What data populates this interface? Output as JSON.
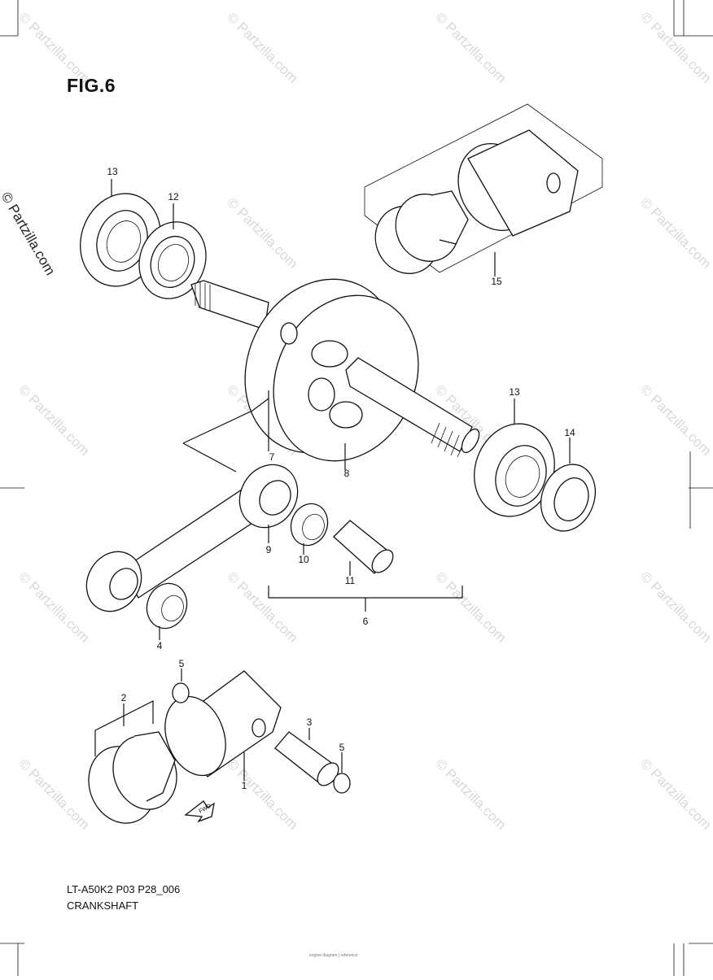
{
  "figure": {
    "title": "FIG.6",
    "model_code": "LT-A50K2 P03 P28_006",
    "section_name": "CRANKSHAFT",
    "footer_note": "engine diagram | reference"
  },
  "watermark": {
    "text": "© Partzilla.com",
    "side_text": "© Partzilla.com"
  },
  "callouts": [
    {
      "id": "13a",
      "label": "13"
    },
    {
      "id": "12",
      "label": "12"
    },
    {
      "id": "15",
      "label": "15"
    },
    {
      "id": "7",
      "label": "7"
    },
    {
      "id": "8",
      "label": "8"
    },
    {
      "id": "13b",
      "label": "13"
    },
    {
      "id": "14",
      "label": "14"
    },
    {
      "id": "9",
      "label": "9"
    },
    {
      "id": "10",
      "label": "10"
    },
    {
      "id": "11",
      "label": "11"
    },
    {
      "id": "6",
      "label": "6"
    },
    {
      "id": "4",
      "label": "4"
    },
    {
      "id": "5a",
      "label": "5"
    },
    {
      "id": "2",
      "label": "2"
    },
    {
      "id": "3",
      "label": "3"
    },
    {
      "id": "5b",
      "label": "5"
    },
    {
      "id": "1",
      "label": "1"
    }
  ],
  "fwd_arrow": {
    "label": "FWD"
  },
  "colors": {
    "ink": "#111111",
    "watermark": "#d8d8d8",
    "paper": "#ffffff"
  }
}
